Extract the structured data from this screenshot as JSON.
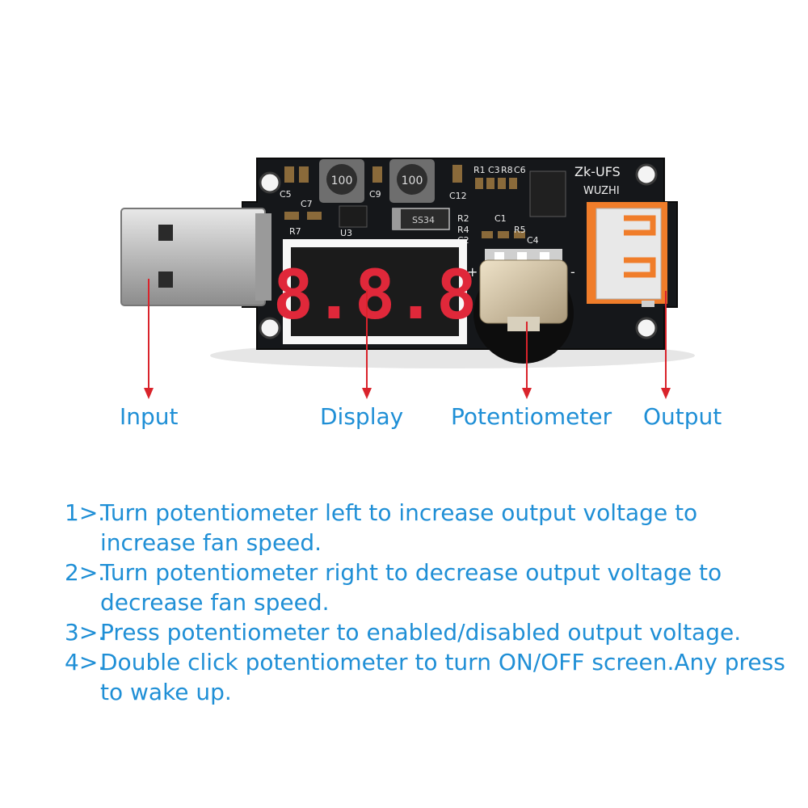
{
  "board": {
    "title_silk": "Zk-UFS",
    "brand_silk": "WUZHI",
    "inductor_marking": "100",
    "diode_marking": "SS34",
    "display_digits": "8.8.8",
    "pot_plus": "+",
    "pot_minus": "-",
    "component_labels": [
      "C5",
      "C7",
      "C9",
      "C12",
      "R7",
      "U3",
      "R1",
      "C3",
      "R8",
      "C6",
      "R2",
      "C1",
      "R4",
      "C2",
      "R5",
      "C4"
    ]
  },
  "callouts": {
    "input": "Input",
    "display": "Display",
    "potentiometer": "Potentiometer",
    "output": "Output"
  },
  "instructions": [
    {
      "num": "1>.",
      "text": "Turn potentiometer left to increase output voltage to increase fan speed."
    },
    {
      "num": "2>.",
      "text": "Turn potentiometer right to decrease output voltage to decrease fan speed."
    },
    {
      "num": "3>.",
      "text": "Press potentiometer to enabled/disabled output voltage."
    },
    {
      "num": "4>.",
      "text": "Double click potentiometer to turn ON/OFF screen.Any press to wake up."
    }
  ],
  "colors": {
    "label_blue": "#1f8fd6",
    "arrow_red": "#d9232b",
    "pcb_black": "#15171a",
    "digit_red": "#e0283a",
    "usb_orange": "#f07d2a"
  }
}
